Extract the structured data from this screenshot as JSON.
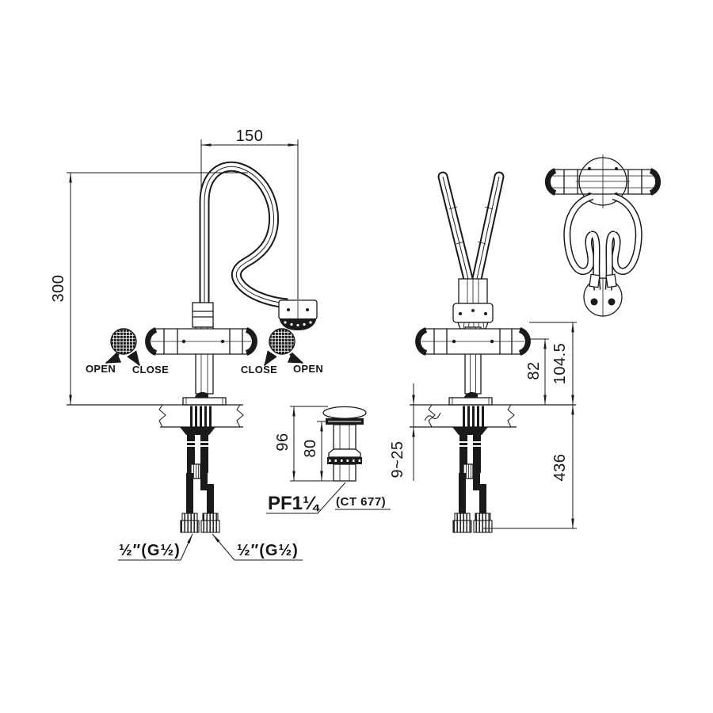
{
  "drawing": {
    "front_view": {
      "dim_spout_reach": "150",
      "dim_spout_height": "300",
      "open_left": "OPEN",
      "close_left": "CLOSE",
      "close_right": "CLOSE",
      "open_right": "OPEN",
      "supply_left": "½″(G½)",
      "supply_right": "½″(G½)"
    },
    "drain_detail": {
      "dim_total_height": "96",
      "dim_body_height": "80",
      "thread_label": "PF1¼",
      "part_code": "(CT 677)"
    },
    "side_view": {
      "dim_handle_height": "82",
      "dim_top_height": "104.5",
      "dim_deck_thickness": "9~25",
      "dim_under_counter": "436"
    }
  }
}
